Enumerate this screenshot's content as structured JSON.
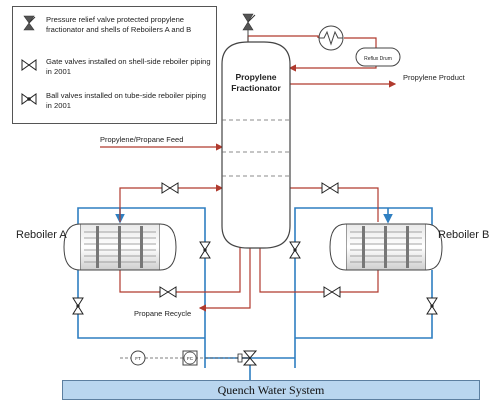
{
  "legend": {
    "items": [
      {
        "icon": "psv-icon",
        "text": "Pressure relief valve protected propylene fractionator and shells of Reboilers A and B"
      },
      {
        "icon": "gate-valve-icon",
        "text": "Gate valves installed on shell-side reboiler piping in 2001"
      },
      {
        "icon": "ball-valve-icon",
        "text": "Ball valves installed on tube-side reboiler piping in 2001"
      }
    ]
  },
  "labels": {
    "column_line1": "Propylene",
    "column_line2": "Fractionator",
    "reflux_drum": "Reflux Drum",
    "propylene_product": "Propylene Product",
    "feed": "Propylene/Propane Feed",
    "reboiler_a": "Reboiler A",
    "reboiler_b": "Reboiler B",
    "propane_recycle": "Propane Recycle",
    "ft": "FT",
    "fc": "FC",
    "quench_water": "Quench Water System"
  },
  "colors": {
    "process_line": "#b03a2e",
    "water_line": "#2f7fc1",
    "quench_fill": "#b9d6ef",
    "valve_fill": "#ffffff"
  }
}
